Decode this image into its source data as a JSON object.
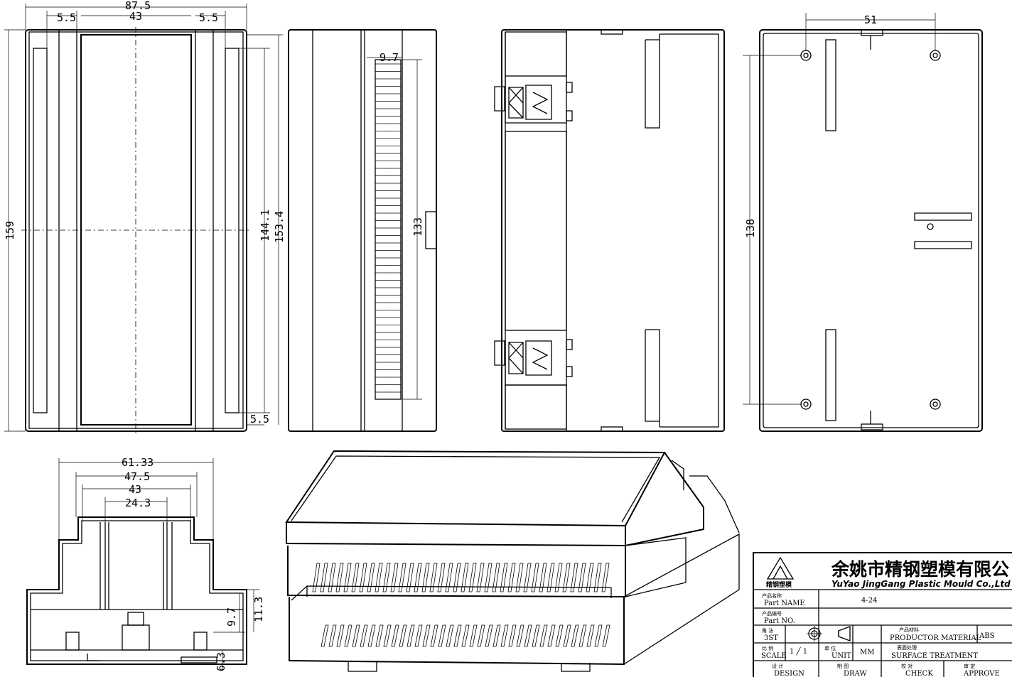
{
  "dimensions": {
    "width_total": "87.5",
    "side_left": "5.5",
    "center_width": "43",
    "side_right": "5.5",
    "height_total": "159",
    "inner_height": "144.1",
    "outer_height": "153.4",
    "bottom_offset": "5.5",
    "vent_width": "9.7",
    "vent_length": "133",
    "hole_spacing": "51",
    "hole_height": "138",
    "front_width": "61.33",
    "step_width": "47.5",
    "top_width": "43",
    "rail_spacing": "24.3",
    "step_h1": "9.7",
    "step_h2": "11.3",
    "foot_h": "6.3"
  },
  "title_block": {
    "company_cn": "余姚市精钢塑模有限公",
    "company_en": "YuYao JingGang Plastic Mould Co.,Ltd",
    "logo_text": "精钢塑模",
    "part_name_cn": "产品名称",
    "part_name_label": "Part NAME",
    "part_name_value": "4-24",
    "part_no_cn": "产品编号",
    "part_no_label": "Part NO.",
    "part_no_value": "",
    "method_cn": "角 法",
    "method_value": "3ST",
    "material_cn": "产品材料",
    "material_label": "PRODUCTOR MATERIAL",
    "material_value": "ABS",
    "scale_cn": "比 例",
    "scale_label": "SCALE",
    "scale_value": "1 ╱ 1",
    "unit_cn": "单 位",
    "unit_label": "UNIT",
    "unit_value": "MM",
    "surface_cn": "表面处理",
    "surface_label": "SURFACE TREATMENT",
    "design_cn": "设 计",
    "design_label": "DESIGN",
    "draw_cn": "制 图",
    "draw_label": "DRAW",
    "check_cn": "校 对",
    "check_label": "CHECK",
    "approve_cn": "审 定",
    "approve_label": "APPROVE"
  }
}
